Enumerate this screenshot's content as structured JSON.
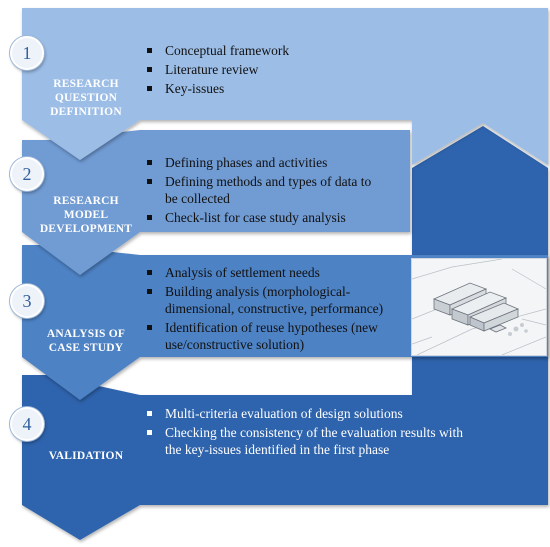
{
  "phases": [
    {
      "number": "1",
      "label_lines": [
        "RESEARCH",
        "QUESTION",
        "DEFINITION"
      ],
      "items": [
        "Conceptual framework",
        "Literature review",
        "Key-issues"
      ]
    },
    {
      "number": "2",
      "label_lines": [
        "RESEARCH",
        "MODEL",
        "DEVELOPMENT"
      ],
      "items": [
        "Defining phases and activities",
        "Defining methods and types of data to be collected",
        "Check-list for case study analysis"
      ]
    },
    {
      "number": "3",
      "label_lines": [
        "ANALYSIS OF",
        "CASE STUDY"
      ],
      "items": [
        "Analysis of settlement needs",
        "Building analysis (morphological-dimensional, constructive, performance)",
        "Identification of reuse hypotheses (new use/constructive solution)"
      ]
    },
    {
      "number": "4",
      "label_lines": [
        "VALIDATION"
      ],
      "items": [
        "Multi-criteria evaluation of design solutions",
        "Checking the consistency of the evaluation results with the key-issues identified in the first phase"
      ]
    }
  ],
  "colors": {
    "phase1": "#9cbde6",
    "phase2": "#6f9bd3",
    "phase3": "#4d82c4",
    "phase4": "#2d64ad",
    "number": "#2f5f9e"
  },
  "image": {
    "icon": "site-plan-axonometric-icon"
  }
}
